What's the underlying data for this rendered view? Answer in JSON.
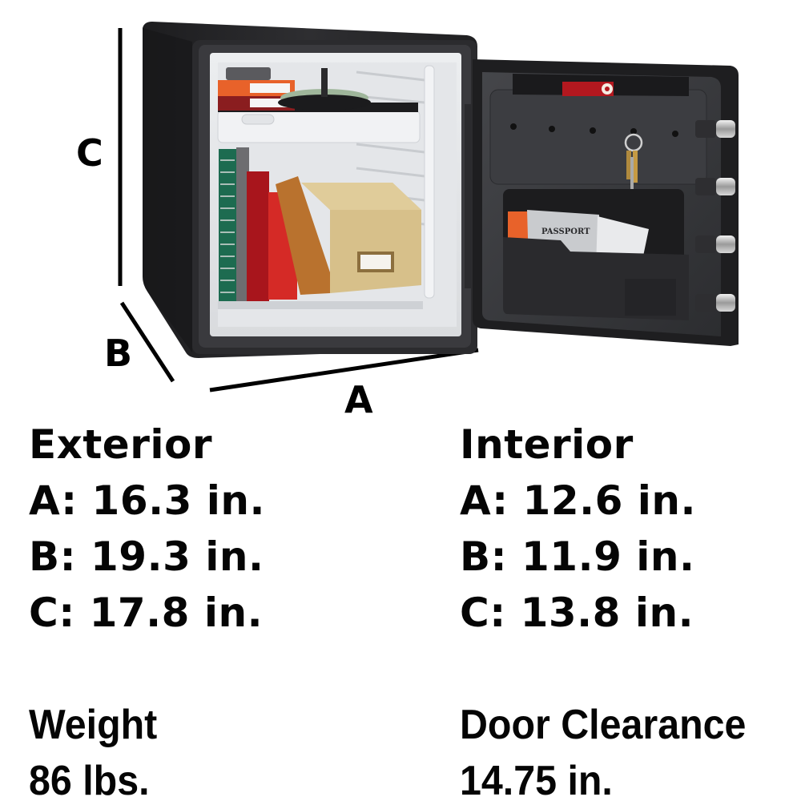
{
  "product": {
    "type": "fire-resistant safe",
    "door_state": "open",
    "visible_contents": [
      "data tapes",
      "CD spindle",
      "USB drive",
      "binders",
      "notebooks",
      "accordion file",
      "storage box",
      "passport",
      "keys"
    ],
    "door_pocket_item_label": "PASSPORT",
    "bolt_count": 4
  },
  "dimension_labels": {
    "a": "A",
    "b": "B",
    "c": "C"
  },
  "exterior": {
    "heading": "Exterior",
    "a": "A: 16.3 in.",
    "b": "B: 19.3 in.",
    "c": "C: 17.8 in."
  },
  "interior": {
    "heading": "Interior",
    "a": "A: 12.6 in.",
    "b": "B: 11.9 in.",
    "c": "C: 13.8 in."
  },
  "weight": {
    "heading": "Weight",
    "value": "86 lbs."
  },
  "door_clearance": {
    "heading": "Door Clearance",
    "value": "14.75 in."
  },
  "colors": {
    "text": "#050505",
    "safe_body": "#2a2a2c",
    "interior_liner": "#e6e7e9",
    "door_panel": "#3a3b3e",
    "accent_red": "#b3181f",
    "accent_orange": "#e8622a"
  }
}
